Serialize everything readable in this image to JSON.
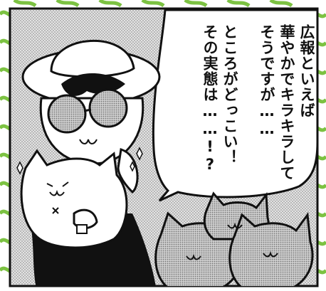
{
  "speech_bubble": {
    "lines": [
      "広報といえば",
      "華やかでキラキラして",
      "そうですが……",
      "ところがどっこい！",
      "その実態は……!?"
    ]
  },
  "colors": {
    "pattern_green": "#7cc242",
    "screentone": "#bdbdbd",
    "ink": "#111111",
    "paper": "#ffffff"
  }
}
